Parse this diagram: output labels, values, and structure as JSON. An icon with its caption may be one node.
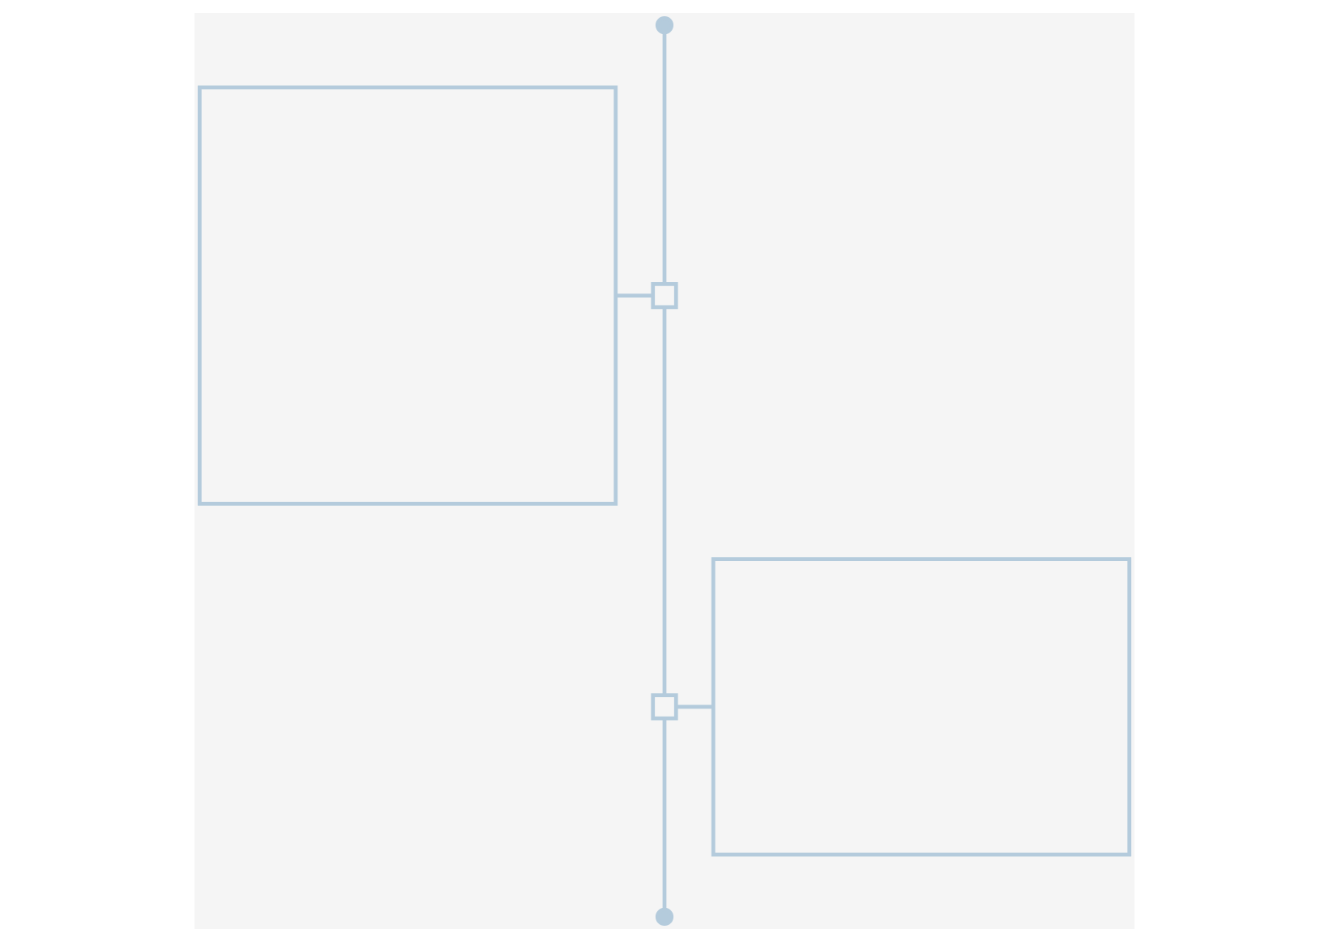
{
  "diagram": {
    "nodes": [
      {
        "text": [],
        "shape": "circle"
      },
      {
        "text": [],
        "shape": "box"
      },
      {
        "text": [],
        "shape": "box"
      },
      {
        "text": [],
        "shape": "box"
      },
      {
        "text": [],
        "shape": "box"
      },
      {
        "text": [],
        "shape": "circle"
      }
    ],
    "edges": [
      {
        "from": 0,
        "to": 1,
        "arrow": "none"
      },
      {
        "from": 1,
        "to": 3,
        "arrow": "none"
      },
      {
        "from": 3,
        "to": 5,
        "arrow": "none"
      },
      {
        "from": 2,
        "to": 1,
        "arrow": "none"
      },
      {
        "from": 3,
        "to": 4,
        "arrow": "none"
      }
    ]
  }
}
